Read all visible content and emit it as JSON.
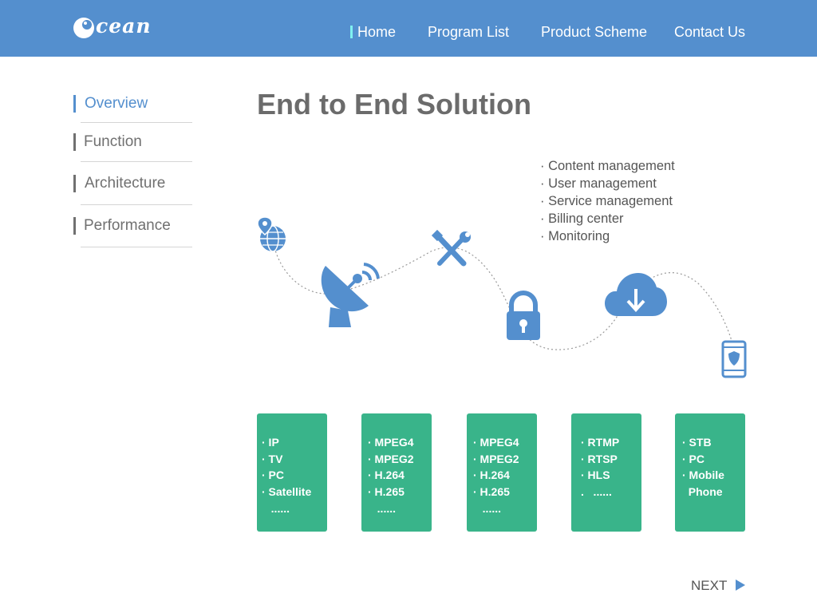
{
  "header": {
    "logo_text": "cean",
    "nav": [
      {
        "label": "Home"
      },
      {
        "label": "Program List"
      },
      {
        "label": "Product Scheme"
      },
      {
        "label": "Contact Us"
      }
    ]
  },
  "sidebar": {
    "items": [
      {
        "label": "Overview",
        "active": true
      },
      {
        "label": "Function"
      },
      {
        "label": "Architecture"
      },
      {
        "label": "Performance"
      }
    ]
  },
  "main": {
    "title": "End to End Solution",
    "features": [
      "· Content management",
      "· User management",
      "· Service management",
      "· Billing center",
      "· Monitoring"
    ],
    "icons": [
      "globe-pin-icon",
      "satellite-dish-icon",
      "tools-icon",
      "lock-icon",
      "cloud-download-icon",
      "phone-shield-icon"
    ],
    "cards": [
      {
        "lines": [
          "· IP",
          "· TV",
          "· PC",
          "· Satellite",
          "   ......"
        ]
      },
      {
        "lines": [
          "· MPEG4",
          "· MPEG2",
          "· H.264",
          "· H.265",
          "   ......"
        ]
      },
      {
        "lines": [
          "· MPEG4",
          "· MPEG2",
          "· H.264",
          "· H.265",
          "   ......"
        ]
      },
      {
        "lines": [
          "· RTMP",
          "· RTSP",
          "· HLS",
          ".   ......"
        ]
      },
      {
        "lines": [
          "· STB",
          "· PC",
          "· Mobile",
          "  Phone"
        ]
      }
    ]
  },
  "footer": {
    "next_label": "NEXT"
  },
  "colors": {
    "header_bg": "#548fce",
    "accent": "#548fce",
    "card_bg": "#39b48a",
    "icon": "#548fce"
  }
}
